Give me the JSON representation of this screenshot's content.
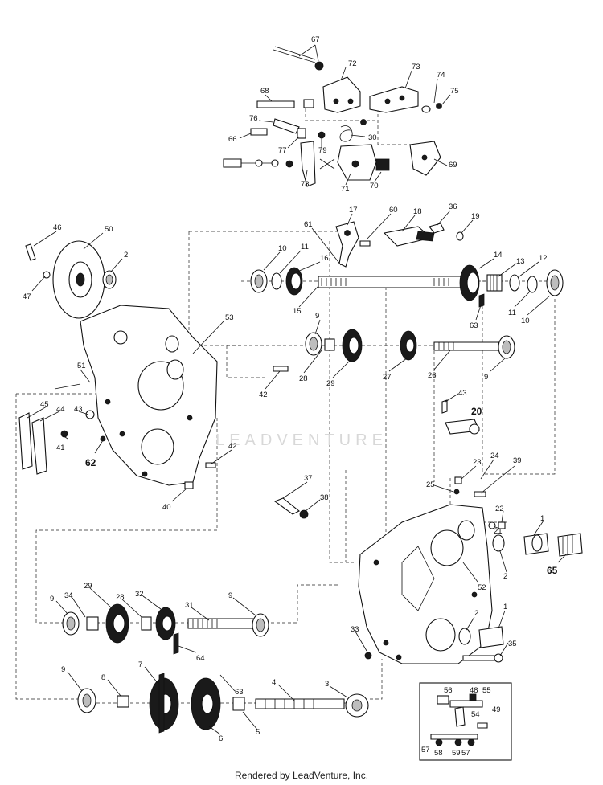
{
  "watermark": "LEADVENTURE",
  "footer": "Rendered by LeadVenture, Inc.",
  "callouts": {
    "c67": "67",
    "c72": "72",
    "c73": "73",
    "c74": "74",
    "c75": "75",
    "c68": "68",
    "c76": "76",
    "c30": "30",
    "c66": "66",
    "c77": "77",
    "c79": "79",
    "c78": "78",
    "c71": "71",
    "c70": "70",
    "c69": "69",
    "c17": "17",
    "c60": "60",
    "c18": "18",
    "c36": "36",
    "c19": "19",
    "c61": "61",
    "c46": "46",
    "c50": "50",
    "c2a": "2",
    "c47": "47",
    "c10a": "10",
    "c11a": "11",
    "c16": "16",
    "c15": "15",
    "c14": "14",
    "c13": "13",
    "c12": "12",
    "c11b": "11",
    "c10b": "10",
    "c63a": "63",
    "c53": "53",
    "c9a": "9",
    "c28a": "28",
    "c29a": "29",
    "c27": "27",
    "c26": "26",
    "c9b": "9",
    "c51": "51",
    "c42a": "42",
    "c43a": "43",
    "c20": "20",
    "c45": "45",
    "c44": "44",
    "c43b": "43",
    "c41": "41",
    "c62": "62",
    "c42b": "42",
    "c40": "40",
    "c23": "23",
    "c24": "24",
    "c39": "39",
    "c25": "25",
    "c37": "37",
    "c38": "38",
    "c22": "22",
    "c21": "21",
    "c1a": "1",
    "c2b": "2",
    "c65": "65",
    "c52": "52",
    "c9c": "9",
    "c34": "34",
    "c29b": "29",
    "c28b": "28",
    "c32": "32",
    "c31": "31",
    "c9d": "9",
    "c64": "64",
    "c33": "33",
    "c2c": "2",
    "c1b": "1",
    "c35": "35",
    "c9e": "9",
    "c7": "7",
    "c8": "8",
    "c63b": "63",
    "c4": "4",
    "c3": "3",
    "c5": "5",
    "c6": "6",
    "c56": "56",
    "c48": "48",
    "c55": "55",
    "c54": "54",
    "c49": "49",
    "c57a": "57",
    "c58": "58",
    "c59": "59",
    "c57b": "57"
  }
}
